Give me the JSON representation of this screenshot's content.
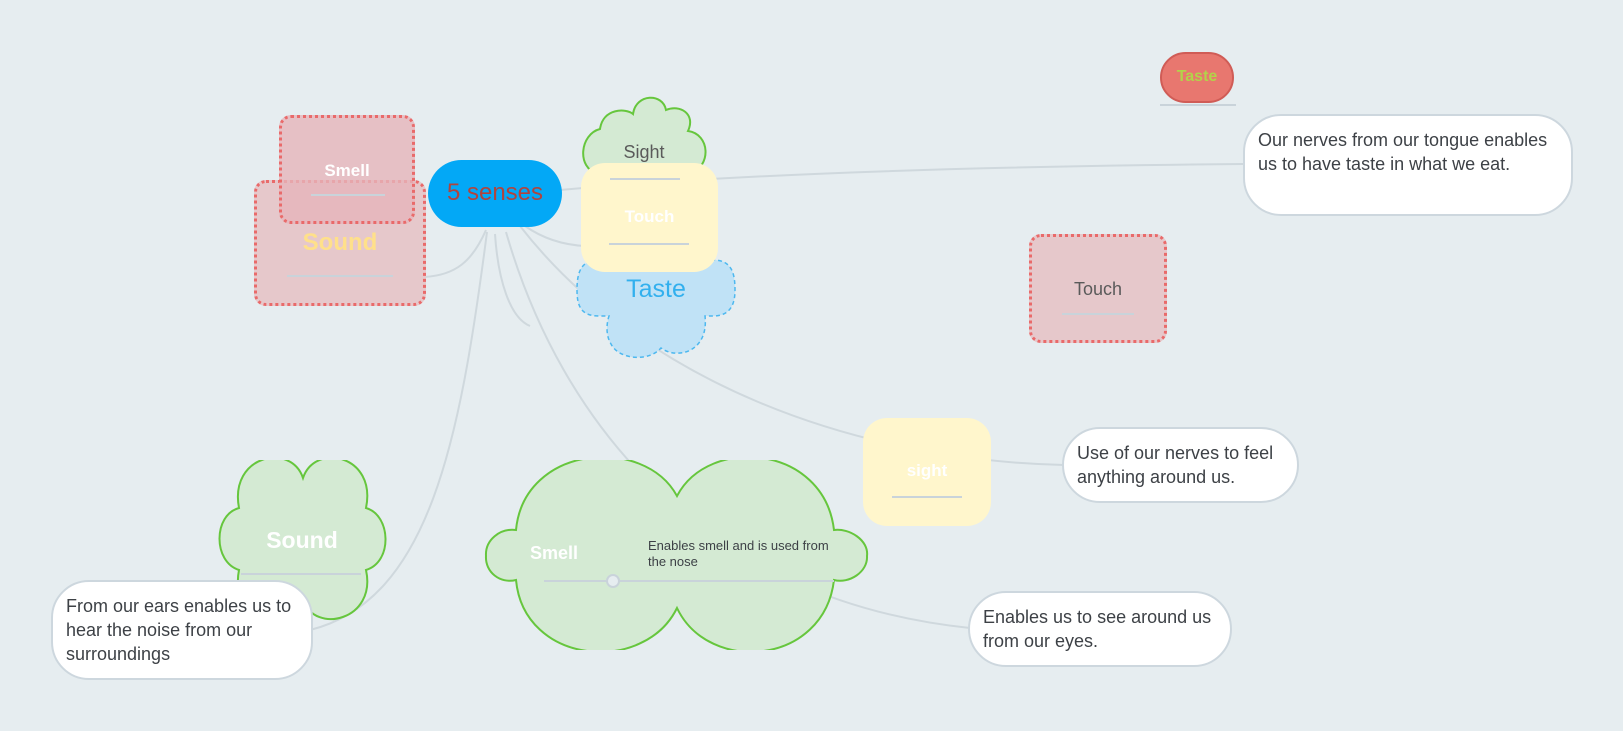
{
  "central_topic": {
    "label": "5 senses"
  },
  "topics": {
    "sight_cloud": {
      "label": "Sight"
    },
    "touch_yellow": {
      "label": "Touch"
    },
    "taste_cloud": {
      "label": "Taste"
    },
    "smell_pink": {
      "label": "Smell"
    },
    "sound_pink": {
      "label": "Sound"
    },
    "taste_pill": {
      "label": "Taste"
    },
    "touch_pink": {
      "label": "Touch"
    },
    "sight_yellow": {
      "label": "sight"
    },
    "sound_cloud": {
      "label": "Sound"
    },
    "smell_cloud": {
      "label": "Smell",
      "note": "Enables smell and is used from the nose"
    }
  },
  "notes": {
    "taste": "Our nerves from our tongue enables us to have taste in what we eat.",
    "touch": "Use of our nerves to feel anything around us.",
    "sight": "Enables us to see around us from our eyes.",
    "sound": "From our ears enables us to hear the noise from our surroundings"
  },
  "colors": {
    "background": "#e6edf0",
    "central_fill": "#03a8f6",
    "central_text": "#b0443e",
    "cloud_green_fill": "#d4ead3",
    "cloud_green_stroke": "#66c63d",
    "cloud_blue_fill": "#c0e2f6",
    "cloud_blue_stroke": "#4db8ef",
    "yellow_fill": "#fff6cc",
    "pink_fill": "#e6c8cb",
    "pink_stroke": "#e96a6a",
    "taste_pill_fill": "#e8776f",
    "taste_pill_text": "#b3d24a",
    "connector": "#cfd8dd"
  }
}
